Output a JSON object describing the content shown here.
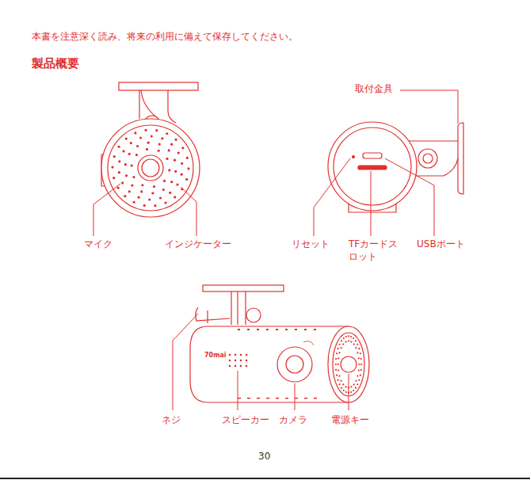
{
  "diagram": {
    "title": "製品概要",
    "labels": [
      "本書を注意深く読み、将来の利用に備えて保存してください。",
      "取付金具",
      "マイク",
      "インジケーター",
      "リセット",
      "TFカードスロット",
      "USBポート",
      "70mai",
      "ネジ",
      "スピーカー",
      "カメラ",
      "電源キー",
      "30"
    ]
  }
}
